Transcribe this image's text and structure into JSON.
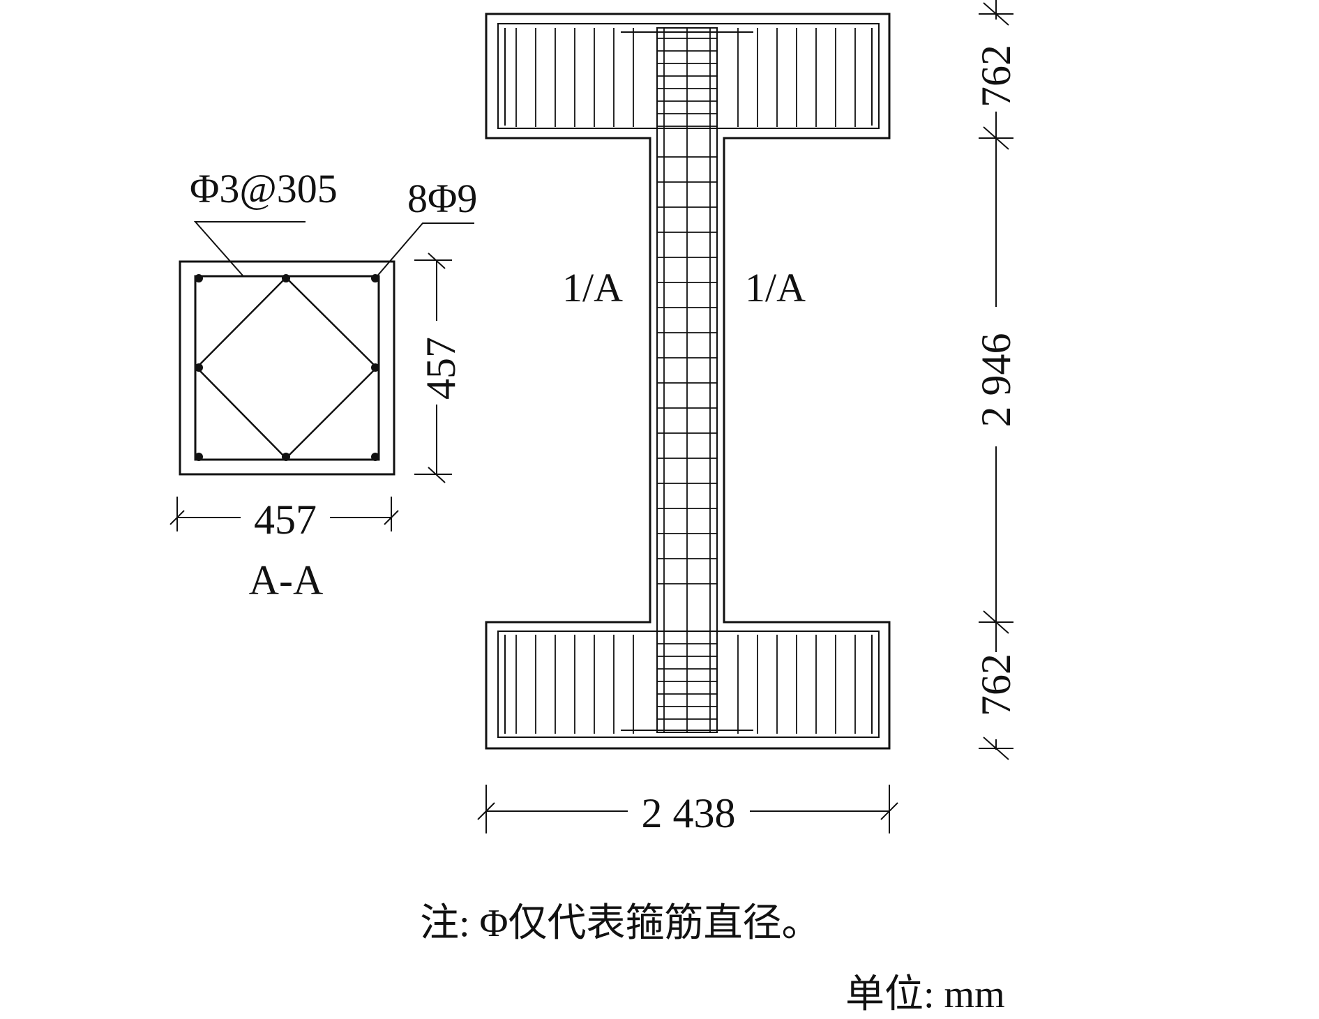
{
  "section": {
    "stirrup_label": "Φ3@305",
    "bars_label": "8Φ9",
    "width_dim": "457",
    "height_dim": "457",
    "title": "A-A"
  },
  "elevation": {
    "cut_left": "1/A",
    "cut_right": "1/A",
    "top_flange_dim": "762",
    "web_dim": "2 946",
    "bottom_flange_dim": "762",
    "width_dim": "2 438"
  },
  "note": "注: Φ仅代表箍筋直径。",
  "units": "单位: mm"
}
